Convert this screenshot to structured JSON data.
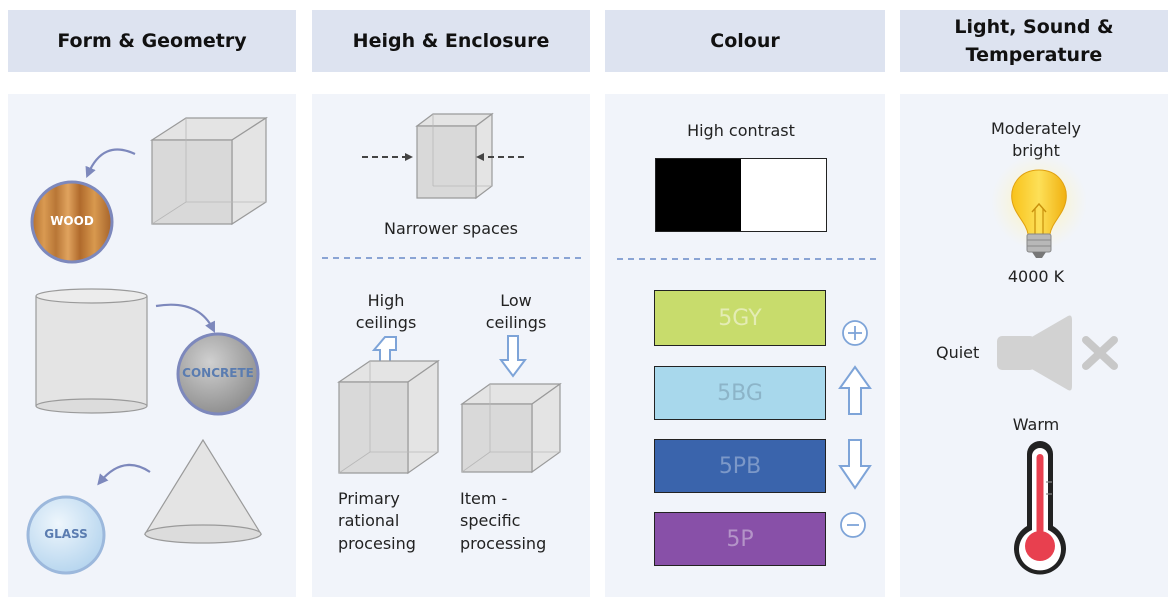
{
  "headers": {
    "form": "Form & Geometry",
    "height": "Heigh & Enclosure",
    "colour": "Colour",
    "lst": "Light, Sound & Temperature"
  },
  "form": {
    "materials": {
      "wood": "WOOD",
      "concrete": "CONCRETE",
      "glass": "GLASS"
    }
  },
  "height": {
    "narrower": "Narrower spaces",
    "high_ceilings": "High ceilings",
    "low_ceilings": "Low ceilings",
    "primary": "Primary rational procesing",
    "item": "Item - specific processing"
  },
  "colour": {
    "high_contrast": "High contrast",
    "swatches": [
      {
        "label": "5GY",
        "color": "#c8dc6c",
        "text_color": "#e4ecb4"
      },
      {
        "label": "5BG",
        "color": "#a8d8ec",
        "text_color": "#8cb4c8"
      },
      {
        "label": "5PB",
        "color": "#3a64ac",
        "text_color": "#7c98c8"
      },
      {
        "label": "5P",
        "color": "#8850a8",
        "text_color": "#b494c8"
      }
    ]
  },
  "lst": {
    "moderately": "Moderately",
    "bright": "bright",
    "kelvin": "4000 K",
    "quiet": "Quiet",
    "warm": "Warm"
  },
  "colors": {
    "header_bg": "#dde3f0",
    "panel_bg": "#f1f4fa",
    "arrow": "#8b96c4",
    "divider": "#8aa4d4"
  }
}
